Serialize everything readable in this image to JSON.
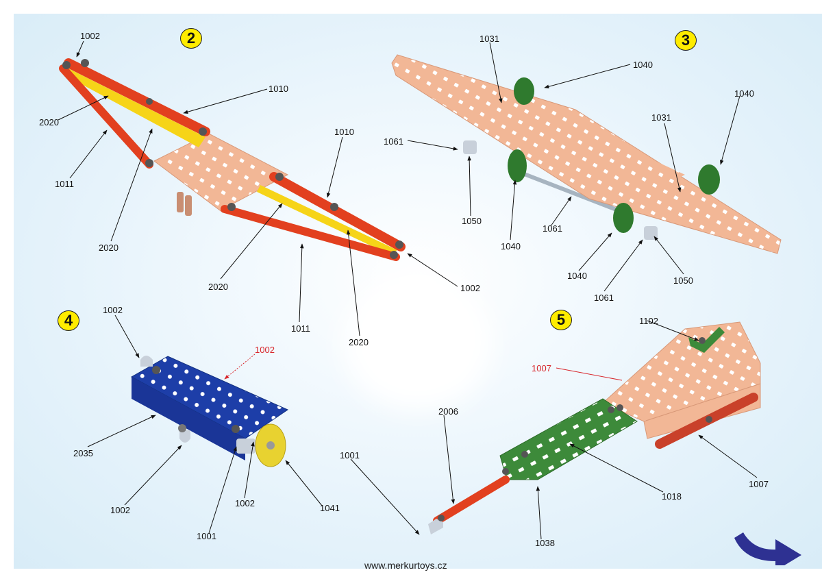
{
  "page": {
    "footer_url": "www.merkurtoys.cz",
    "next_icon": "curved-arrow-right-icon",
    "colors": {
      "step_badge": "#ffec00",
      "red_strip": "#e2401f",
      "yellow_strip": "#f6d418",
      "salmon_plate": "#f2b796",
      "green_part": "#3d8a3a",
      "blue_plate": "#1d3ea8",
      "arrow_blue": "#2e3192",
      "highlight_label": "#d8262c"
    }
  },
  "steps": [
    {
      "number": "2",
      "labels": [
        {
          "text": "1002",
          "highlight": false
        },
        {
          "text": "1010",
          "highlight": false
        },
        {
          "text": "2020",
          "highlight": false
        },
        {
          "text": "1011",
          "highlight": false
        },
        {
          "text": "2020",
          "highlight": false
        },
        {
          "text": "1010",
          "highlight": false
        },
        {
          "text": "2020",
          "highlight": false
        },
        {
          "text": "1011",
          "highlight": false
        },
        {
          "text": "2020",
          "highlight": false
        },
        {
          "text": "1002",
          "highlight": false
        }
      ]
    },
    {
      "number": "3",
      "labels": [
        {
          "text": "1031",
          "highlight": false
        },
        {
          "text": "1040",
          "highlight": false
        },
        {
          "text": "1040",
          "highlight": false
        },
        {
          "text": "1061",
          "highlight": false
        },
        {
          "text": "1031",
          "highlight": false
        },
        {
          "text": "1050",
          "highlight": false
        },
        {
          "text": "1040",
          "highlight": false
        },
        {
          "text": "1061",
          "highlight": false
        },
        {
          "text": "1040",
          "highlight": false
        },
        {
          "text": "1061",
          "highlight": false
        },
        {
          "text": "1050",
          "highlight": false
        }
      ]
    },
    {
      "number": "4",
      "labels": [
        {
          "text": "1002",
          "highlight": false
        },
        {
          "text": "1002",
          "highlight": true
        },
        {
          "text": "2035",
          "highlight": false
        },
        {
          "text": "1002",
          "highlight": false
        },
        {
          "text": "1002",
          "highlight": false
        },
        {
          "text": "1041",
          "highlight": false
        },
        {
          "text": "1001",
          "highlight": false
        }
      ]
    },
    {
      "number": "5",
      "labels": [
        {
          "text": "1102",
          "highlight": false
        },
        {
          "text": "1007",
          "highlight": true
        },
        {
          "text": "2006",
          "highlight": false
        },
        {
          "text": "1001",
          "highlight": false
        },
        {
          "text": "1018",
          "highlight": false
        },
        {
          "text": "1007",
          "highlight": false
        },
        {
          "text": "1038",
          "highlight": false
        }
      ]
    }
  ]
}
